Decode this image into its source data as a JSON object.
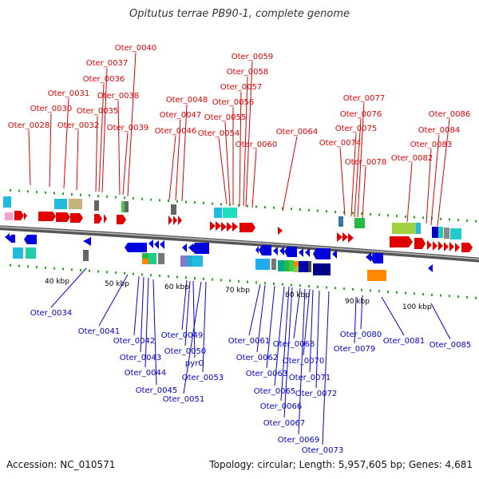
{
  "title": "Opitutus terrae PB90-1, complete genome",
  "accession": "Accession: NC_010571",
  "summary": "Topology: circular; Length: 5,957,605 bp; Genes: 4,681",
  "colors": {
    "plus_strand": "#e00000",
    "minus_strand": "#0000dd",
    "tick": "#22aa22",
    "axis": "#888888"
  },
  "kbp_labels": [
    "40 kbp",
    "50 kbp",
    "60 kbp",
    "70 kbp",
    "80 kbp",
    "90 kbp",
    "100 kbp"
  ],
  "top_labels": [
    "Oter_0028",
    "Oter_0030",
    "Oter_0031",
    "Oter_0032",
    "Oter_0035",
    "Oter_0036",
    "Oter_0037",
    "Oter_0038",
    "Oter_0039",
    "Oter_0040",
    "Oter_0046",
    "Oter_0047",
    "Oter_0048",
    "Oter_0054",
    "Oter_0055",
    "Oter_0056",
    "Oter_0057",
    "Oter_0058",
    "Oter_0059",
    "Oter_0060",
    "Oter_0064",
    "Oter_0074",
    "Oter_0075",
    "Oter_0076",
    "Oter_0077",
    "Oter_0078",
    "Oter_0082",
    "Oter_0083",
    "Oter_0084",
    "Oter_0086"
  ],
  "bottom_labels": [
    "Oter_0034",
    "Oter_0041",
    "Oter_0042",
    "Oter_0043",
    "Oter_0044",
    "Oter_0045",
    "Oter_0049",
    "Oter_0050",
    "pyrG",
    "Oter_0053",
    "Oter_0051",
    "Oter_0061",
    "Oter_0062",
    "Oter_0063",
    "Oter_0065",
    "Oter_0066",
    "Oter_0067",
    "Oter_0068",
    "Oter_0069",
    "Oter_0070",
    "Oter_0071",
    "Oter_0072",
    "Oter_0073",
    "Oter_0079",
    "Oter_0080",
    "Oter_0081",
    "Oter_0085"
  ]
}
